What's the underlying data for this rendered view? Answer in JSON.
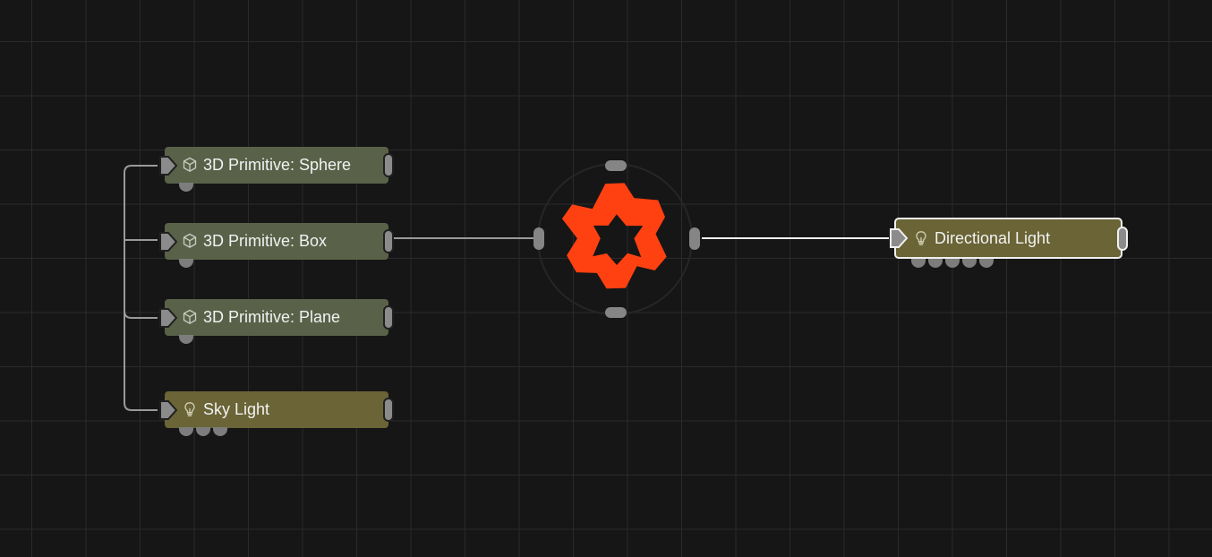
{
  "canvas": {
    "background": "#161616",
    "grid_color": "#2a2a2a"
  },
  "colors": {
    "primitive_node": "#596249",
    "light_node": "#6a6436",
    "hub_accent": "#ff4112",
    "wire": "#9a9a9a",
    "wire_active": "#f0f0f0",
    "port": "#8b8b8b"
  },
  "nodes": [
    {
      "id": "sphere",
      "label": "3D Primitive: Sphere",
      "icon": "cube-icon",
      "type": "primitive",
      "sub_ports": 1
    },
    {
      "id": "box",
      "label": "3D Primitive: Box",
      "icon": "cube-icon",
      "type": "primitive",
      "sub_ports": 1
    },
    {
      "id": "plane",
      "label": "3D Primitive: Plane",
      "icon": "cube-icon",
      "type": "primitive",
      "sub_ports": 1
    },
    {
      "id": "sky_light",
      "label": "Sky Light",
      "icon": "lightbulb-icon",
      "type": "light",
      "sub_ports": 3
    },
    {
      "id": "directional_light",
      "label": "Directional Light",
      "icon": "lightbulb-icon",
      "type": "light",
      "sub_ports": 5,
      "selected": true
    }
  ],
  "hub": {
    "icon": "star-gear-logo-icon"
  }
}
